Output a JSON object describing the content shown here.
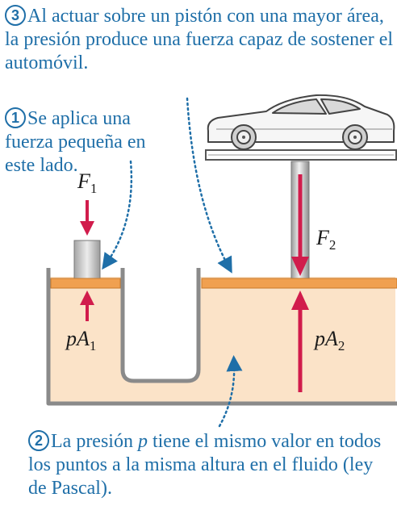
{
  "callouts": {
    "three": {
      "number": "3",
      "text": "Al actuar sobre un pistón con una mayor área, la presión produce una fuerza capaz de sostener el automóvil."
    },
    "one": {
      "number": "1",
      "text": "Se aplica una fuerza pequeña en este lado."
    },
    "two": {
      "number": "2",
      "text_before": "La presión ",
      "symbol": "p",
      "text_after": " tiene el mismo valor en todos los puntos a la misma altura en el fluido (ley de Pascal)."
    }
  },
  "labels": {
    "f1": {
      "base": "F",
      "sub": "1"
    },
    "f2": {
      "base": "F",
      "sub": "2"
    },
    "pa1": {
      "base": "pA",
      "sub": "1"
    },
    "pa2": {
      "base": "pA",
      "sub": "2"
    }
  },
  "colors": {
    "text_blue": "#1f6fa8",
    "fluid": "#fbe3c8",
    "container_wall": "#8a8a8a",
    "piston": "#f0a050",
    "force_arrow": "#d11c4c"
  }
}
